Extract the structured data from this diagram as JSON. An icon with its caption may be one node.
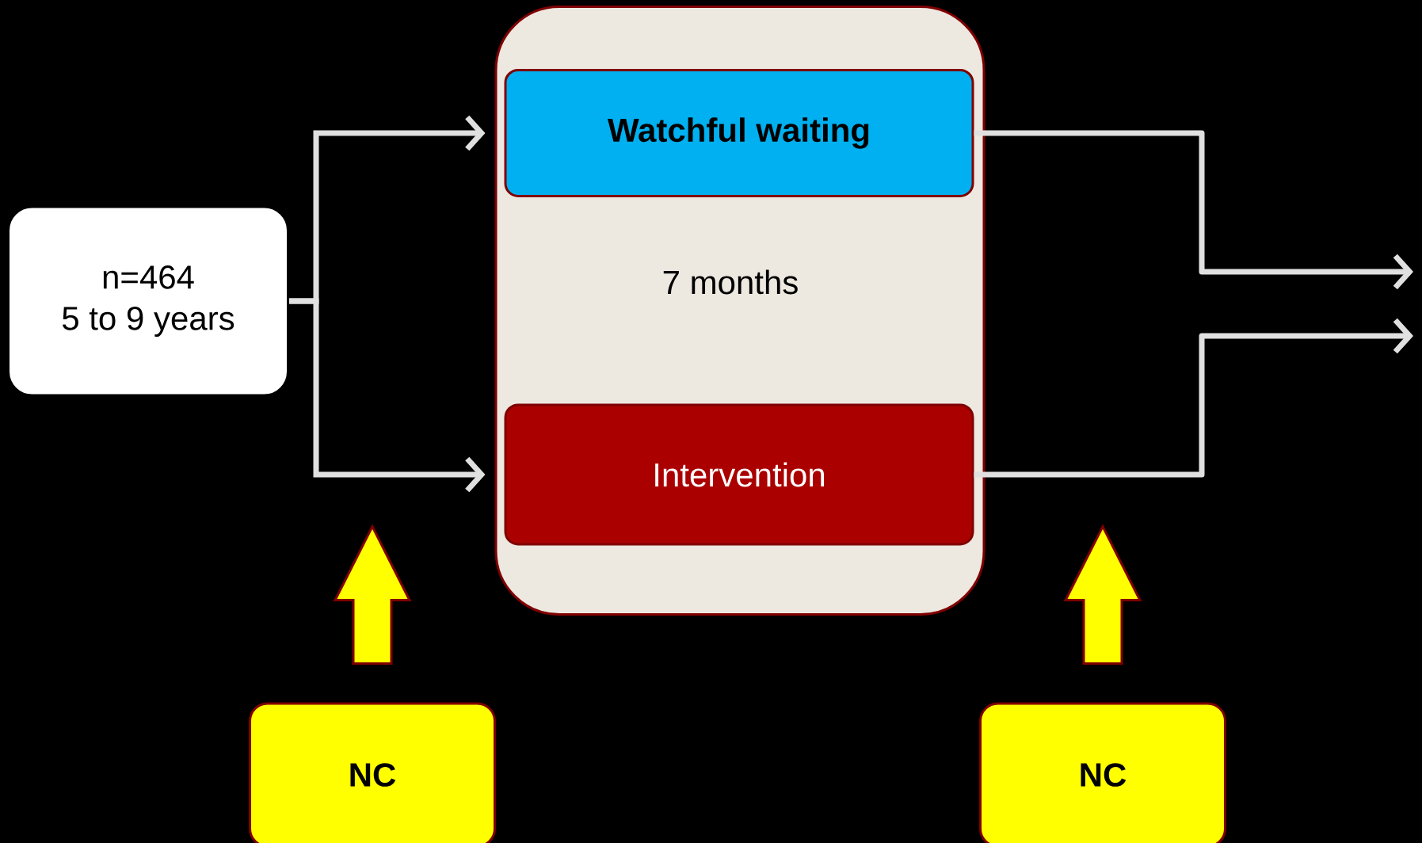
{
  "diagram": {
    "nodes": [
      {
        "text": [
          "n=464",
          "5 to 9 years"
        ]
      },
      {
        "text": [
          "7 months"
        ]
      },
      {
        "text": [
          "Watchful waiting"
        ],
        "in": 1
      },
      {
        "text": [
          "Intervention"
        ],
        "in": 1
      },
      {
        "text": [
          "NC"
        ]
      },
      {
        "text": [
          "NC"
        ]
      }
    ],
    "edges": [
      {
        "from": 0,
        "to": 2,
        "arrow": "to"
      },
      {
        "from": 0,
        "to": 3,
        "arrow": "to"
      },
      {
        "from": 2,
        "to": null,
        "arrow": "to"
      },
      {
        "from": 3,
        "to": null,
        "arrow": "to"
      },
      {
        "from": 4,
        "to": null,
        "arrow": "to",
        "style": "thick",
        "color": "#ffff00"
      },
      {
        "from": 5,
        "to": null,
        "arrow": "to",
        "style": "thick",
        "color": "#ffff00"
      }
    ]
  }
}
